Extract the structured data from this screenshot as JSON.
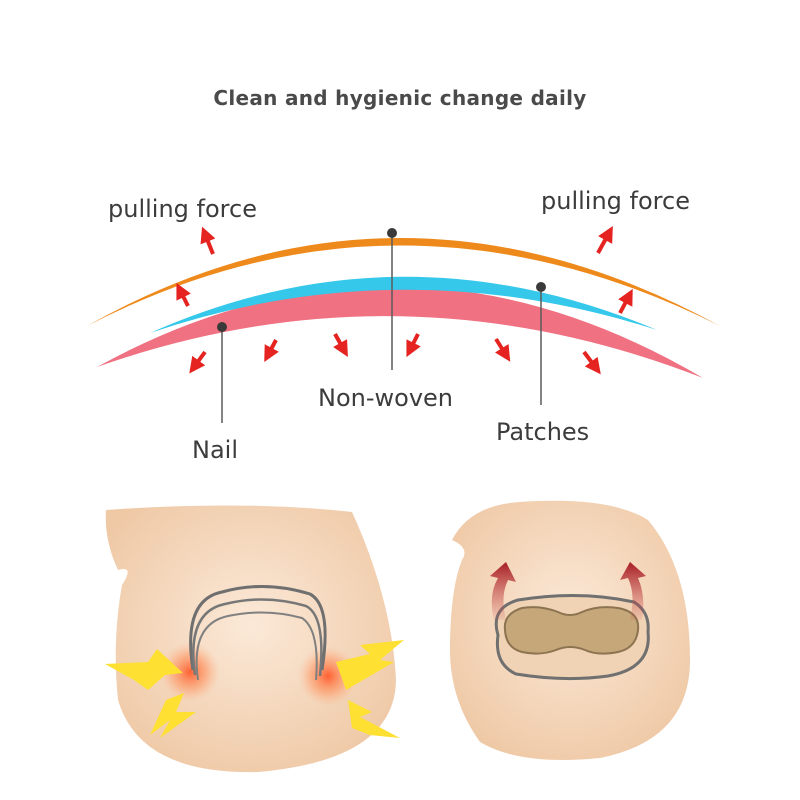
{
  "header": {
    "title": "Clean and hygienic change daily"
  },
  "diagram": {
    "labels": {
      "pulling_force_left": "pulling force",
      "pulling_force_right": "pulling force",
      "non_woven": "Non-woven",
      "nail": "Nail",
      "patches": "Patches"
    },
    "colors": {
      "orange_layer": "#ee8a1c",
      "cyan_layer": "#36c8ea",
      "nail_pink": "#f07181",
      "arrow_red": "#e52421",
      "skin": "#f6dcc2",
      "lightning": "#fde032",
      "patch": "#c5a77a",
      "curl_arrow": "#b3262b"
    }
  }
}
